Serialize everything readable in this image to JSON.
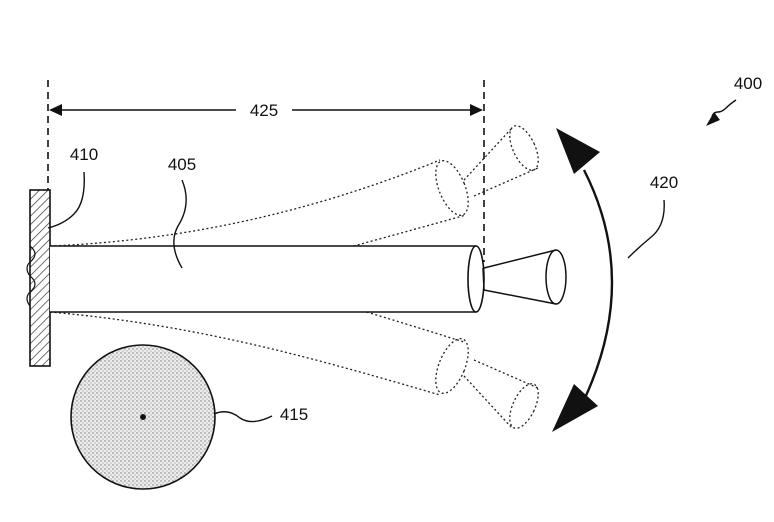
{
  "figure": {
    "ref_main": "400",
    "labels": {
      "rod": "405",
      "base": "410",
      "disc": "415",
      "swing": "420",
      "length": "425"
    },
    "colors": {
      "ink": "#111111",
      "hatch": "#333333",
      "dots": "#555555",
      "fill": "#e6e6e6"
    }
  }
}
